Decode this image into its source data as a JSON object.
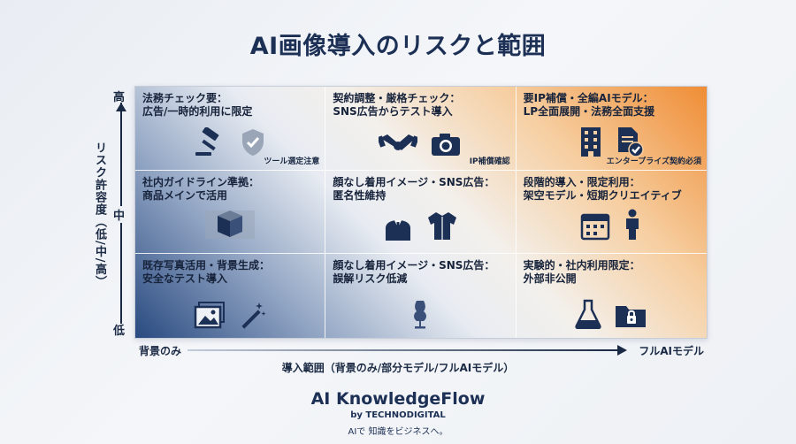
{
  "title": "AI画像導入のリスクと範囲",
  "y_axis": {
    "label": "リスク許容度（低/中/高）",
    "high": "高",
    "mid": "中",
    "low": "低"
  },
  "x_axis": {
    "label": "導入範囲（背景のみ/部分モデル/フルAIモデル）",
    "left": "背景のみ",
    "right": "フルAIモデル"
  },
  "cells": [
    {
      "title": "法務チェック要：\n広告/一時的利用に限定",
      "note": "ツール選定注意",
      "icons": [
        "gavel-icon",
        "shield-check-icon"
      ]
    },
    {
      "title": "契約調整・厳格チェック：\nSNS広告からテスト導入",
      "note": "IP補償確認",
      "icons": [
        "handshake-icon",
        "camera-icon"
      ]
    },
    {
      "title": "要IP補償・全編AIモデル：\nLP全面展開・法務全面支援",
      "note": "エンタープライズ契約必須",
      "icons": [
        "building-icon",
        "document-check-icon"
      ]
    },
    {
      "title": "社内ガイドライン準拠：\n商品メインで活用",
      "note": "",
      "icons": [
        "product-box-icon"
      ]
    },
    {
      "title": "顔なし着用イメージ・SNS広告：\n匿名性維持",
      "note": "",
      "icons": [
        "suit-person-icon",
        "shirt-icon"
      ]
    },
    {
      "title": "段階的導入・限定利用：\n架空モデル・短期クリエイティブ",
      "note": "",
      "icons": [
        "calendar-icon",
        "person-icon"
      ]
    },
    {
      "title": "既存写真活用・背景生成：\n安全なテスト導入",
      "note": "",
      "icons": [
        "photo-icon",
        "magic-wand-icon"
      ]
    },
    {
      "title": "顔なし着用イメージ・SNS広告：\n誤解リスク低減",
      "note": "",
      "icons": [
        "mannequin-icon"
      ]
    },
    {
      "title": "実験的・社内利用限定：\n外部非公開",
      "note": "",
      "icons": [
        "flask-icon",
        "locked-folder-icon"
      ]
    }
  ],
  "footer": {
    "brand": "AI KnowledgeFlow",
    "by": "by TECHNODIGITAL",
    "tagline": "AIで 知識をビジネスへ。"
  },
  "colors": {
    "navy": "#1c2f55",
    "orange": "#ef8d35",
    "blue": "#294a80"
  }
}
